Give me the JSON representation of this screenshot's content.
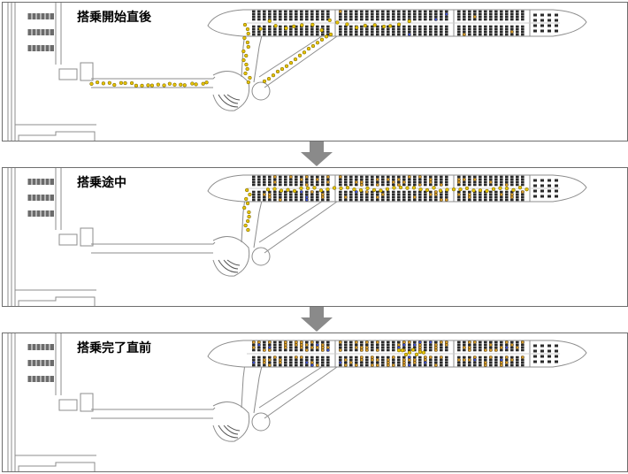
{
  "stages": [
    {
      "label": "搭乗開始直後",
      "progress": 0.05
    },
    {
      "label": "搭乗途中",
      "progress": 0.5
    },
    {
      "label": "搭乗完了直前",
      "progress": 0.95
    }
  ],
  "colors": {
    "frame": "#6e6e6e",
    "wall": "#8c8c8c",
    "seat": "#2b2b2b",
    "passenger_waiting": "#e6c200",
    "passenger_outline": "#6b5a00",
    "passenger_seated": "#d79a2b",
    "passenger_special": "#3a4fd0",
    "arrow": "#8a8a8a"
  }
}
